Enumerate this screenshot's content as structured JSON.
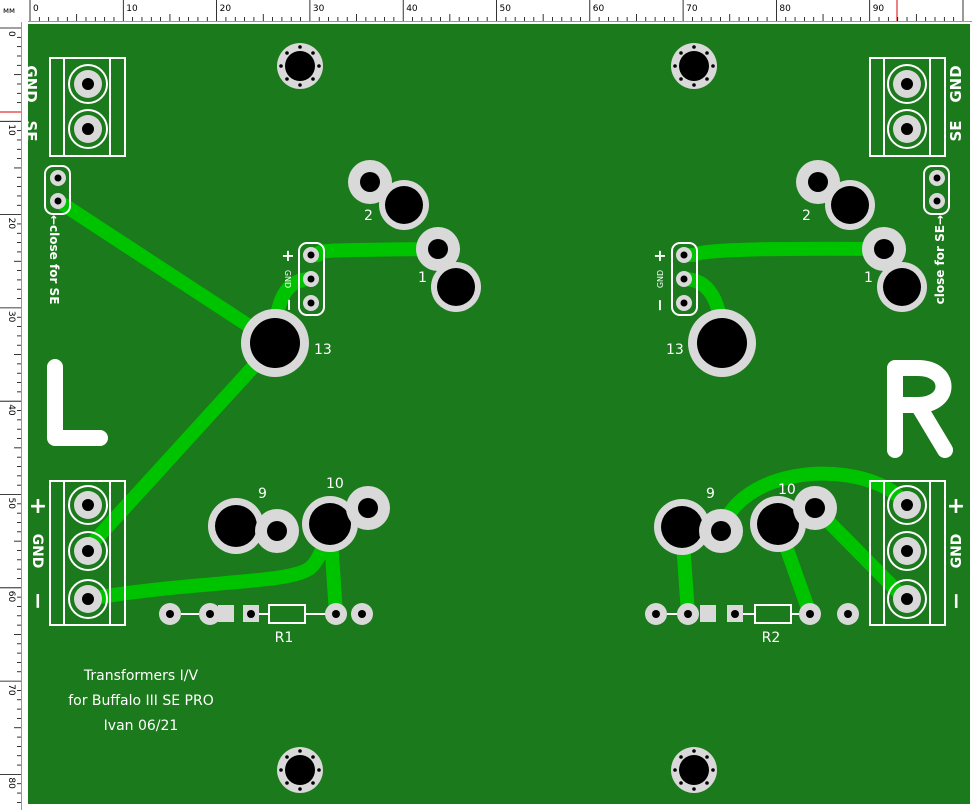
{
  "ruler": {
    "unit": "мм",
    "top_ticks": [
      "0",
      "10",
      "20",
      "30",
      "40",
      "50",
      "60",
      "70",
      "80",
      "90"
    ],
    "left_ticks": [
      "0",
      "10",
      "20",
      "30",
      "40",
      "50",
      "60",
      "70",
      "80"
    ]
  },
  "board": {
    "colors": {
      "substrate": "#1b7a1b",
      "copper": "#00c300",
      "pad": "#d9d9d9",
      "silkscreen": "#ffffff",
      "hole": "#000000"
    },
    "channel_left": "L",
    "channel_right": "R",
    "terminal_top_left": {
      "label_gnd": "GND",
      "label_se": "SE"
    },
    "terminal_top_right": {
      "label_gnd": "GND",
      "label_se": "SE"
    },
    "terminal_bottom_left": {
      "label_plus": "+",
      "label_gnd": "GND",
      "label_minus": "−"
    },
    "terminal_bottom_right": {
      "label_plus": "+",
      "label_gnd": "GND",
      "label_minus": "−"
    },
    "jumper_left_note": "←close for SE",
    "jumper_right_note": "close for SE→",
    "header_left": {
      "plus": "+",
      "gnd": "GND",
      "minus": "−"
    },
    "header_right": {
      "plus": "+",
      "gnd": "GND",
      "minus": "−"
    },
    "pin_labels": {
      "pin1": "1",
      "pin2": "2",
      "pin9": "9",
      "pin10": "10",
      "pin13": "13"
    },
    "resistor_left": "R1",
    "resistor_right": "R2",
    "title_lines": [
      "Transformers I/V",
      "for Buffalo III SE PRO",
      "Ivan 06/21"
    ]
  }
}
